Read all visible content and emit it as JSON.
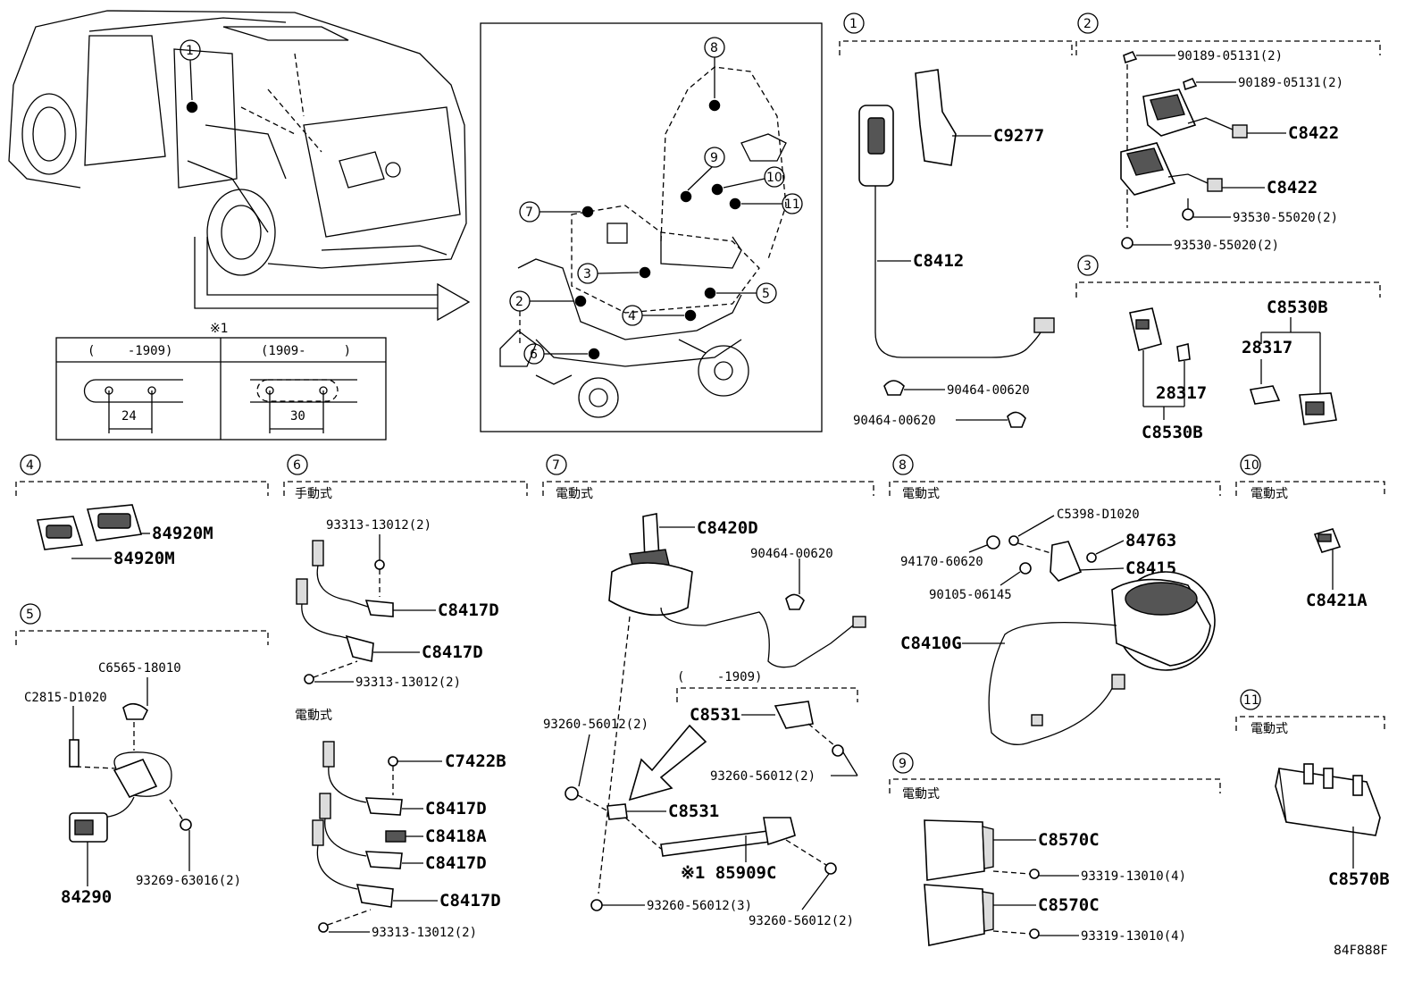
{
  "diagram_code": "84F888F",
  "footnote": {
    "mark": "※1",
    "col_before": "(　　 -1909)",
    "col_after": "(1909-　　　)",
    "dim_before": "24",
    "dim_after": "30"
  },
  "seat_callouts": [
    "1",
    "2",
    "3",
    "4",
    "5",
    "6",
    "7",
    "8",
    "9",
    "10",
    "11"
  ],
  "sections": {
    "s1": {
      "num": "1",
      "labels": [
        "C9277",
        "C8412",
        "90464-00620",
        "90464-00620"
      ]
    },
    "s2": {
      "num": "2",
      "labels": [
        "90189-05131(2)",
        "90189-05131(2)",
        "C8422",
        "C8422",
        "93530-55020(2)",
        "93530-55020(2)"
      ]
    },
    "s3": {
      "num": "3",
      "labels": [
        "C8530B",
        "28317",
        "28317",
        "C8530B"
      ]
    },
    "s4": {
      "num": "4",
      "labels": [
        "84920M",
        "84920M"
      ]
    },
    "s5": {
      "num": "5",
      "labels": [
        "C6565-18010",
        "C2815-D1020",
        "84290",
        "93269-63016(2)"
      ]
    },
    "s6": {
      "num": "6",
      "manual": "手動式",
      "electric": "電動式",
      "labels": [
        "93313-13012(2)",
        "C8417D",
        "C8417D",
        "93313-13012(2)",
        "C7422B",
        "C8417D",
        "C8418A",
        "C8417D",
        "C8417D",
        "93313-13012(2)"
      ]
    },
    "s7": {
      "num": "7",
      "electric": "電動式",
      "labels": [
        "C8420D",
        "90464-00620",
        "93260-56012(2)",
        "C8531",
        "C8531",
        "93260-56012(2)",
        "※1 85909C",
        "93260-56012(3)",
        "93260-56012(2)"
      ],
      "sub_range": "(　　 -1909)"
    },
    "s8": {
      "num": "8",
      "electric": "電動式",
      "labels": [
        "C5398-D1020",
        "94170-60620",
        "84763",
        "C8415",
        "90105-06145",
        "C8410G"
      ]
    },
    "s9": {
      "num": "9",
      "electric": "電動式",
      "labels": [
        "C8570C",
        "93319-13010(4)",
        "C8570C",
        "93319-13010(4)"
      ]
    },
    "s10": {
      "num": "10",
      "electric": "電動式",
      "labels": [
        "C8421A"
      ]
    },
    "s11": {
      "num": "11",
      "electric": "電動式",
      "labels": [
        "C8570B"
      ]
    }
  }
}
